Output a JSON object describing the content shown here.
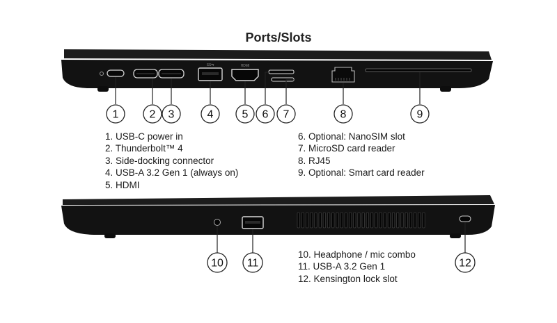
{
  "title": "Ports/Slots",
  "callouts_top": [
    "1",
    "2",
    "3",
    "4",
    "5",
    "6",
    "7",
    "8",
    "9"
  ],
  "callouts_bottom": [
    "10",
    "11",
    "12"
  ],
  "legend_top_left": [
    "1. USB-C power in",
    "2. Thunderbolt™ 4",
    "3. Side-docking connector",
    "4. USB-A 3.2 Gen 1 (always on)",
    "5. HDMI"
  ],
  "legend_top_right": [
    "6. Optional: NanoSIM slot",
    "7. MicroSD card reader",
    "8. RJ45",
    "9. Optional: Smart card reader"
  ],
  "legend_bottom": [
    "10. Headphone / mic combo",
    "11. USB-A 3.2 Gen 1",
    "12. Kensington lock slot"
  ],
  "colors": {
    "chassis": "#121212",
    "lid": "#1c1c1c",
    "port_outline": "#d8d8d8",
    "background": "#ffffff"
  },
  "icons": [
    "usb-c-port-icon",
    "thunderbolt-port-icon",
    "side-dock-port-icon",
    "usb-a-port-icon",
    "hdmi-port-icon",
    "nanosim-slot-icon",
    "microsd-slot-icon",
    "rj45-port-icon",
    "smartcard-slot-icon",
    "audio-jack-icon",
    "kensington-slot-icon"
  ]
}
